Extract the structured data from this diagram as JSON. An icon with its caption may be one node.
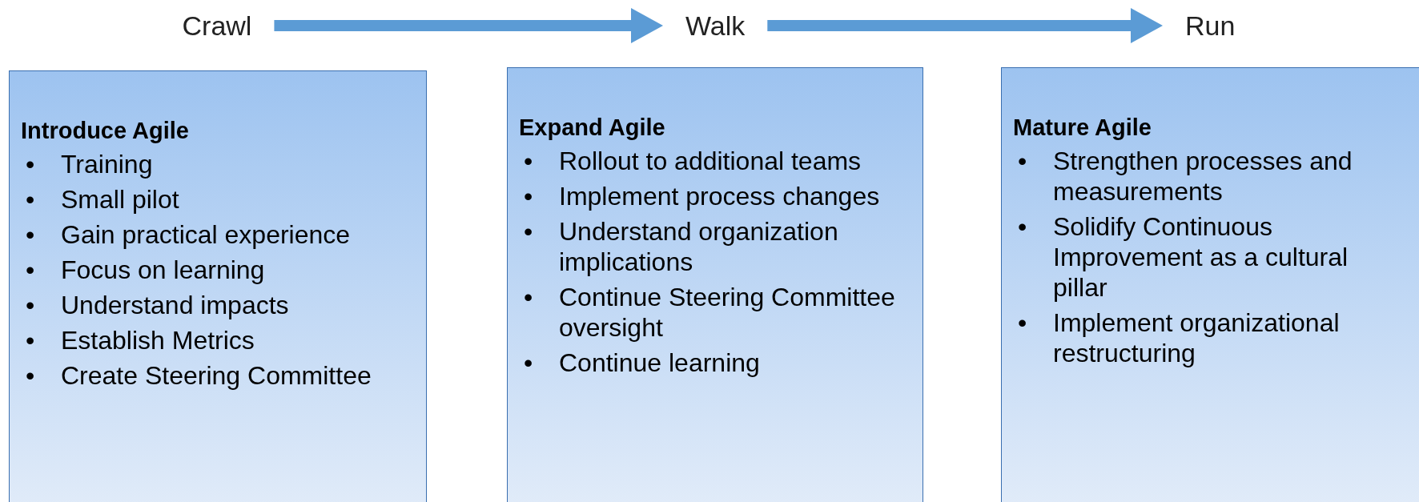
{
  "diagram": {
    "nodes": [
      {
        "text": [
          "Crawl"
        ]
      },
      {
        "text": [
          "Walk"
        ]
      },
      {
        "text": [
          "Run"
        ]
      },
      {
        "text": [
          "Introduce Agile",
          "• Training",
          "• Small pilot",
          "• Gain practical experience",
          "• Focus on learning",
          "• Understand impacts",
          "• Establish Metrics",
          "• Create Steering Committee"
        ]
      },
      {
        "text": [
          "Expand Agile",
          "• Rollout to additional teams",
          "• Implement process changes",
          "• Understand organization implications",
          "• Continue Steering Committee oversight",
          "• Continue learning"
        ]
      },
      {
        "text": [
          "Mature Agile",
          "• Strengthen processes and measurements",
          "• Solidify Continuous Improvement as a cultural pillar",
          "• Implement organizational restructuring"
        ]
      }
    ],
    "edges": [
      {
        "from": 0,
        "to": 1,
        "arrow": "to"
      },
      {
        "from": 1,
        "to": 2,
        "arrow": "to"
      }
    ]
  }
}
